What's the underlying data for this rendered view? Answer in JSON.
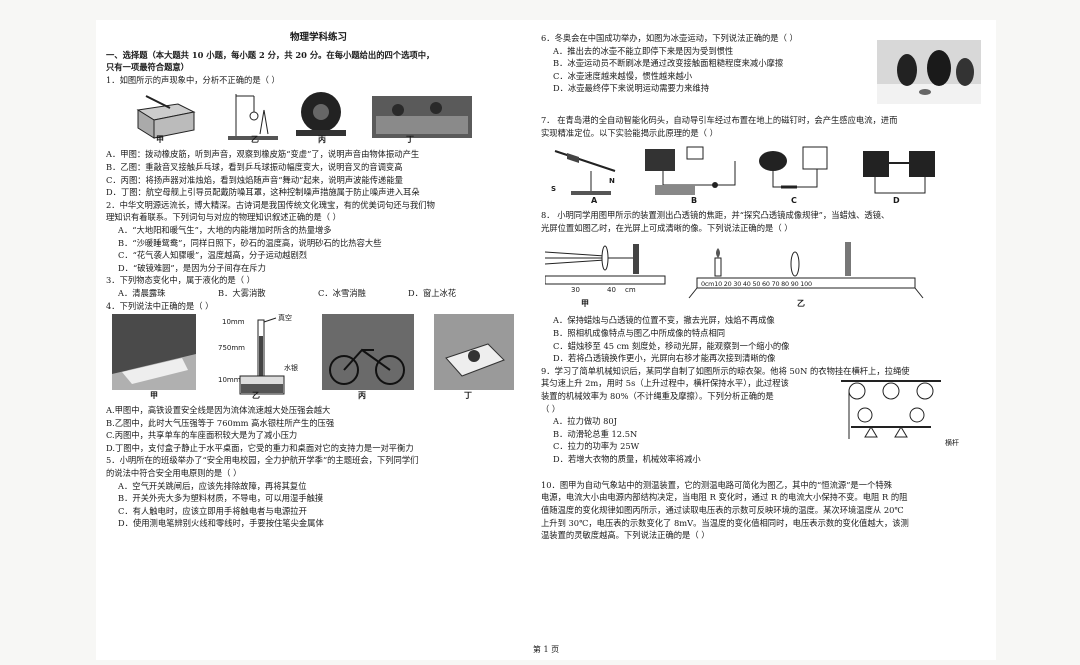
{
  "page_title": "物理学科练习",
  "section": "一、选择题（本大题共 10 小题，每小题 2 分，共 20 分。在每小题给出的四个选项中，",
  "section2": "只有一项最符合题意）",
  "q1": {
    "stem": "1．如图所示的声现象中，分析不正确的是（     ）",
    "fig_labels": [
      "甲",
      "乙",
      "丙",
      "丁"
    ],
    "options": [
      "A．甲图：拨动橡皮筋，听到声音，观察到橡皮筋“变虚”了，说明声音由物体振动产生",
      "B．乙图：重敲音叉接触乒乓球，看到乒乓球振动幅度变大，说明音叉的音调变高",
      "C．丙图：将扬声器对准烛焰，看到烛焰随声音“舞动”起来，说明声波能传递能量",
      "D．丁图：航空母舰上引导员配戴防噪耳罩，这种控制噪声措施属于防止噪声进入耳朵"
    ]
  },
  "q2": {
    "stem1": "2．中华文明源远流长，博大精深。古诗词是我国传统文化瑰宝，有的优美词句还与我们物",
    "stem2": "理知识有着联系。下列词句与对应的物理知识叙述正确的是（     ）",
    "options": [
      "A．“大地阳和暖气生”，大地的内能增加时所含的热量增多",
      "B．“沙暖睡鸳鸯”，同样日照下，砂石的温度高，说明砂石的比热容大些",
      "C．“花气袭人知骤暖”，温度越高，分子运动越剧烈",
      "D．“破镜难圆”，是因为分子间存在斥力"
    ]
  },
  "q3": {
    "stem": "3．下列物态变化中，属于液化的是（     ）",
    "options": [
      "A．清晨露珠",
      "B．大雾消散",
      "C．冰雪消融",
      "D．窗上冰花"
    ]
  },
  "q4": {
    "stem": "4．下列说法中正确的是（     ）",
    "fig_labels": [
      "甲",
      "乙",
      "丙",
      "丁"
    ],
    "fig_texts": [
      "10mm",
      "真空",
      "750mm",
      "水银",
      "10mm"
    ],
    "options": [
      "A.甲图中，高铁设置安全线是因为流体流速越大处压强会越大",
      "B.乙图中，此时大气压强等于 760mm 高水银柱所产生的压强",
      "C.丙图中，共享单车的车座面积较大是为了减小压力",
      "D.丁图中，支付盒子静止于水平桌面，它受的重力和桌面对它的支持力是一对平衡力"
    ]
  },
  "q5": {
    "stem1": "5．小明所在的班级举办了“安全用电校园，全力护航开学季”的主题班会，下列同学们",
    "stem2": "的说法中符合安全用电原则的是（     ）",
    "options": [
      "A．空气开关跳闸后，应该先排除故障，再将其复位",
      "B．开关外壳大多为塑料材质，不导电，可以用湿手触摸",
      "C．有人触电时，应该立即用手将触电者与电源拉开",
      "D．使用测电笔辨别火线和零线时，手要按住笔尖金属体"
    ]
  },
  "q6": {
    "stem": "6．冬奥会在中国成功举办，如图为冰壶运动，下列说法正确的是（     ）",
    "options": [
      "A．推出去的冰壶不能立即停下来是因为受到惯性",
      "B．冰壶运动员不断刷冰是通过改变接触面粗糙程度来减小摩擦",
      "C．冰壶速度越来越慢，惯性越来越小",
      "D．冰壶最终停下来说明运动需要力来维持"
    ]
  },
  "q7": {
    "stem1": "7．  在青岛港的全自动智能化码头，自动导引车经过布置在地上的磁钉时，会产生感应电流，进而",
    "stem2": "实现精准定位。以下实验能揭示此原理的是（     ）",
    "fig_labels": [
      "A",
      "B",
      "C",
      "D"
    ],
    "magnet_labels": [
      "S",
      "N"
    ]
  },
  "q8": {
    "stem1": "8．  小明同学用图甲所示的装置测出凸透镜的焦距，并“探究凸透镜成像规律”，当蜡烛、透镜、",
    "stem2": "光屏位置如图乙时，在光屏上可成清晰的像。下列说法正确的是（     ）",
    "ruler_a": [
      "30",
      "40",
      "cm"
    ],
    "ruler_b": "0cm10 20 30 40 50 60 70 80 90 100",
    "fig_labels": [
      "甲",
      "乙"
    ],
    "options": [
      "A．保持蜡烛与凸透镜的位置不变，撤去光屏，烛焰不再成像",
      "B．照相机成像特点与图乙中所成像的特点相同",
      "C．蜡烛移至 45 cm 刻度处，移动光屏，能观察到一个缩小的像",
      "D．若将凸透镜换作更小，光屏向右移才能再次接到清晰的像"
    ]
  },
  "q9": {
    "stem1": "9．学习了简单机械知识后，某同学自制了如图所示的晾衣架。他将 50N 的衣物挂在横杆上，拉绳使",
    "stem2": "其匀速上升 2m，用时 5s（上升过程中，横杆保持水平），此过程该",
    "stem3": "装置的机械效率为 80%（不计绳重及摩擦）。下列分析正确的是",
    "stem4": "（     ）",
    "rod_label": "横杆",
    "options": [
      "A．拉力做功 80J",
      "B．动滑轮总重 12.5N",
      "C．拉力的功率为 25W",
      "D．若增大衣物的质量，机械效率将减小"
    ]
  },
  "q10": {
    "lines": [
      "10．图甲为自动气象站中的测温装置，它的测温电路可简化为图乙，其中的“恒流源”是一个特殊",
      "电源，电流大小由电源内部结构决定，当电阻 R 变化时，通过 R 的电流大小保持不变。电阻 R 的阻",
      "值随温度的变化规律如图丙所示，通过读取电压表的示数可反映环境的温度。某次环境温度从 20℃",
      "上升到 30℃，电压表的示数变化了 8mV。当温度的变化值相同时，电压表示数的变化值越大，该测",
      "温装置的灵敏度越高。下列说法正确的是（     ）"
    ]
  },
  "footer": "第 1 页"
}
